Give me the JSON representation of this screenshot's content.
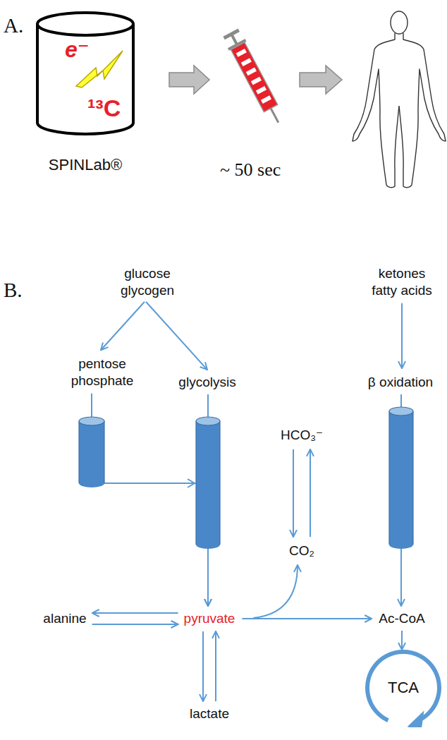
{
  "diagram": {
    "nodes": [
      {
        "text": [
          "e⁻",
          "¹³C",
          "SPINLab®"
        ]
      },
      {
        "text": [
          "glucose glycogen"
        ]
      },
      {
        "text": [
          "pentose phosphate"
        ]
      },
      {
        "text": [
          "glycolysis"
        ]
      },
      {
        "text": [
          "ketones fatty acids"
        ]
      },
      {
        "text": [
          "β oxidation"
        ]
      },
      {
        "text": [
          "HCO₃⁻"
        ]
      },
      {
        "text": [
          "CO₂"
        ]
      },
      {
        "text": [
          "alanine"
        ]
      },
      {
        "text": [
          "pyruvate"
        ]
      },
      {
        "text": [
          "lactate"
        ]
      },
      {
        "text": [
          "Ac-CoA"
        ]
      },
      {
        "text": [
          "TCA"
        ]
      }
    ],
    "edges": [
      {
        "from": 1,
        "to": 2,
        "arrow": "to"
      },
      {
        "from": 1,
        "to": 3,
        "arrow": "to"
      },
      {
        "from": 4,
        "to": 5,
        "arrow": "to"
      },
      {
        "from": 2,
        "to": 9,
        "arrow": "to"
      },
      {
        "from": 3,
        "to": 9,
        "arrow": "to"
      },
      {
        "from": 5,
        "to": 11,
        "arrow": "to"
      },
      {
        "from": 6,
        "to": 7,
        "arrow": "to"
      },
      {
        "from": 7,
        "to": 6,
        "arrow": "to"
      },
      {
        "from": 9,
        "to": 8,
        "arrow": "to"
      },
      {
        "from": 8,
        "to": 9,
        "arrow": "to"
      },
      {
        "from": 9,
        "to": 10,
        "arrow": "to"
      },
      {
        "from": 10,
        "to": 9,
        "arrow": "to"
      },
      {
        "from": 9,
        "to": 7,
        "arrow": "to"
      },
      {
        "from": 9,
        "to": 11,
        "arrow": "to"
      },
      {
        "from": 11,
        "to": 12,
        "arrow": "to"
      }
    ],
    "labels": [
      "A.",
      "~ 50 sec",
      "B."
    ]
  }
}
